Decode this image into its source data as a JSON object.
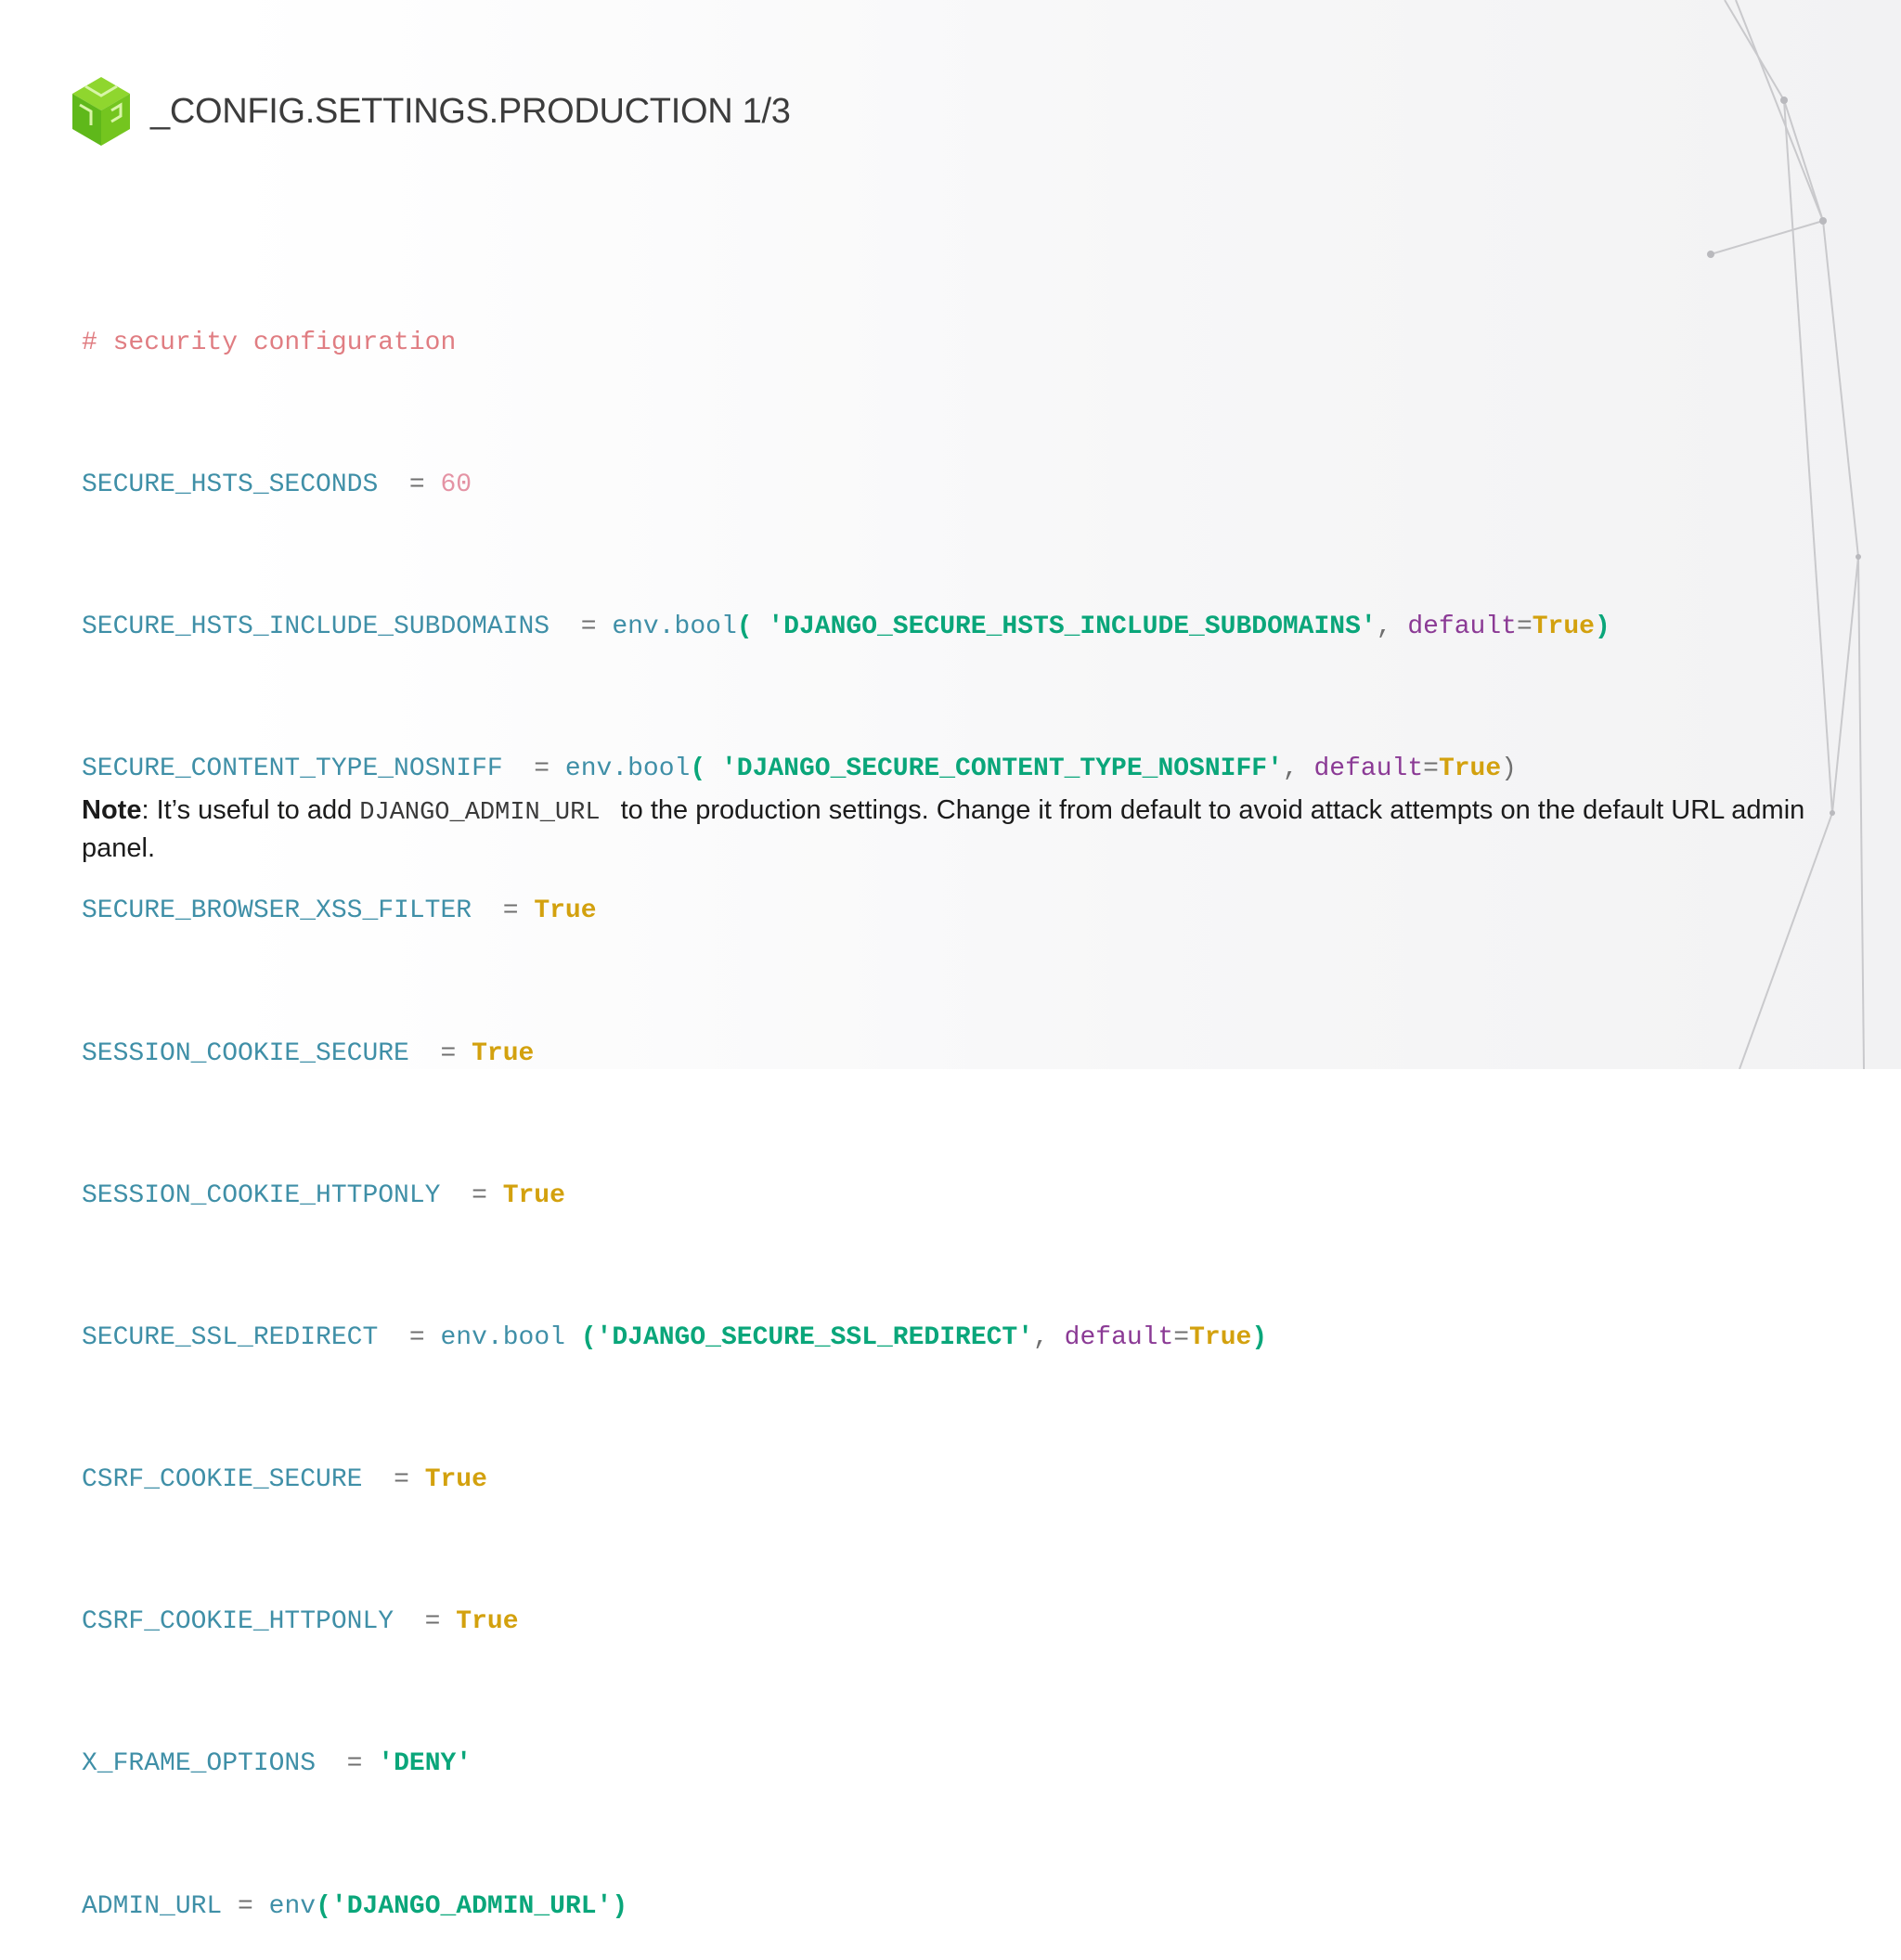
{
  "slide": {
    "title": "_CONFIG.SETTINGS.PRODUCTION 1/3",
    "logo_icon": "green-cube-logo-icon"
  },
  "code_block": {
    "comment": "# security configuration",
    "lines": [
      {
        "name": "SECURE_HSTS_SECONDS",
        "eq": "=",
        "num": "60"
      },
      {
        "name": "SECURE_HSTS_INCLUDE_SUBDOMAINS",
        "eq": "=",
        "call": "env.bool",
        "open": "(",
        "arg_str": "'DJANGO_SECURE_HSTS_INCLUDE_SUBDOMAINS'",
        "comma": ",",
        "kwarg": "default",
        "kweq": "=",
        "kwval": "True",
        "close": ")"
      },
      {
        "name": "SECURE_CONTENT_TYPE_NOSNIFF",
        "eq": "=",
        "call": "env.bool",
        "open": "(",
        "arg_str": "'DJANGO_SECURE_CONTENT_TYPE_NOSNIFF'",
        "comma": ",",
        "kwarg": "default",
        "kweq": "=",
        "kwval": "True",
        "close": ")"
      },
      {
        "name": "SECURE_BROWSER_XSS_FILTER",
        "eq": "=",
        "val": "True"
      },
      {
        "name": "SESSION_COOKIE_SECURE",
        "eq": "=",
        "val": "True"
      },
      {
        "name": "SESSION_COOKIE_HTTPONLY",
        "eq": "=",
        "val": "True"
      },
      {
        "name": "SECURE_SSL_REDIRECT",
        "eq": "=",
        "call": "env.bool",
        "open": "(",
        "arg_str": "'DJANGO_SECURE_SSL_REDIRECT'",
        "comma": ",",
        "kwarg": "default",
        "kweq": "=",
        "kwval": "True",
        "close": ")"
      },
      {
        "name": "CSRF_COOKIE_SECURE",
        "eq": "=",
        "val": "True"
      },
      {
        "name": "CSRF_COOKIE_HTTPONLY",
        "eq": "=",
        "val": "True"
      },
      {
        "name": "X_FRAME_OPTIONS",
        "eq": "=",
        "str_val": "'DENY'"
      },
      {
        "name": "ADMIN_URL",
        "eq": "=",
        "call": "env",
        "open": "(",
        "arg_str": "'DJANGO_ADMIN_URL'",
        "close": ")"
      }
    ]
  },
  "note": {
    "label": "Note",
    "text_before": ": It’s useful to add ",
    "code": "DJANGO_ADMIN_URL",
    "text_after": "to the production settings. Change it from default to avoid attack attempts on the default URL admin panel."
  },
  "colors": {
    "identifier": "#3f8fa7",
    "comment": "#e07d82",
    "string": "#0aa67a",
    "keyword_true": "#d3a10e",
    "kwarg": "#8b3a95",
    "logo_green": "#6cc51e"
  }
}
